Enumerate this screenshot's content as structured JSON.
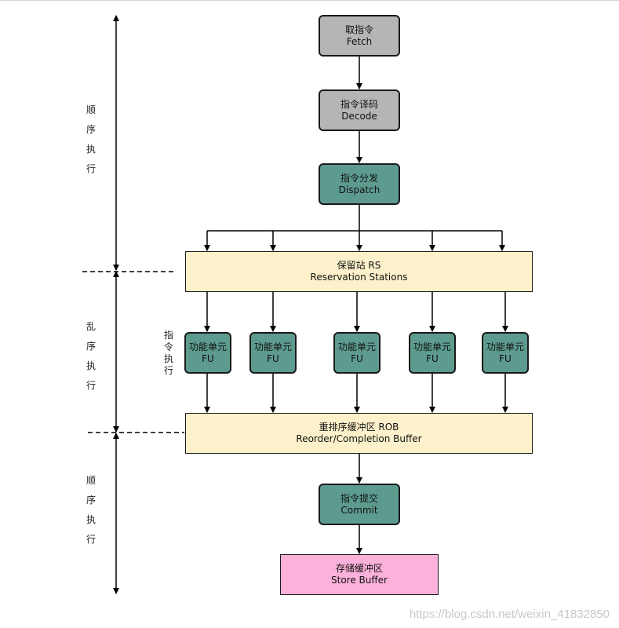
{
  "stages": {
    "fetch": {
      "zh": "取指令",
      "en": "Fetch"
    },
    "decode": {
      "zh": "指令译码",
      "en": "Decode"
    },
    "dispatch": {
      "zh": "指令分发",
      "en": "Dispatch"
    },
    "rs": {
      "zh": "保留站 RS",
      "en": "Reservation Stations"
    },
    "fu": [
      {
        "zh": "功能单元",
        "en": "FU"
      },
      {
        "zh": "功能单元",
        "en": "FU"
      },
      {
        "zh": "功能单元",
        "en": "FU"
      },
      {
        "zh": "功能单元",
        "en": "FU"
      },
      {
        "zh": "功能单元",
        "en": "FU"
      }
    ],
    "rob": {
      "zh": "重排序缓冲区 ROB",
      "en": "Reorder/Completion Buffer"
    },
    "commit": {
      "zh": "指令提交",
      "en": "Commit"
    },
    "store": {
      "zh": "存储缓冲区",
      "en": "Store Buffer"
    }
  },
  "side_labels": {
    "in_order_top": [
      "顺",
      "序",
      "执",
      "行"
    ],
    "out_of_order": [
      "乱",
      "序",
      "执",
      "行"
    ],
    "in_order_bottom": [
      "顺",
      "序",
      "执",
      "行"
    ],
    "fu_exec": [
      "指",
      "令",
      "执",
      "行"
    ]
  },
  "colors": {
    "gray": "#b5b5b5",
    "teal": "#5d9b8f",
    "yellow": "#fdf1cb",
    "pink": "#fbb1d9"
  },
  "watermark": "https://blog.csdn.net/weixin_41832850"
}
